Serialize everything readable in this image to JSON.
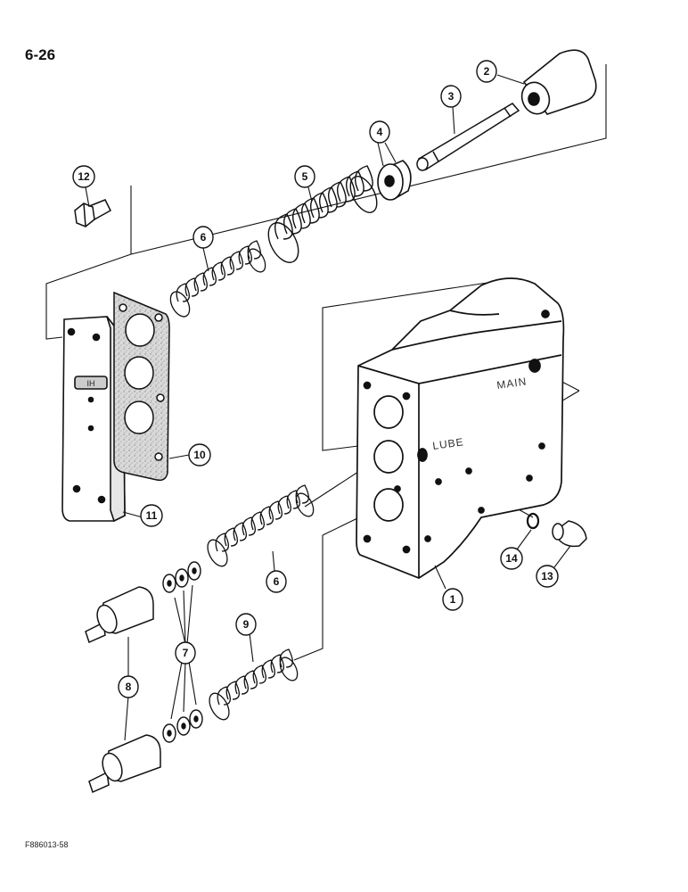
{
  "page_number": "6-26",
  "figure_code": "F886013-58",
  "casting_labels": {
    "main": "MAIN",
    "lube": "LUBE"
  },
  "callouts": {
    "c1": "1",
    "c2": "2",
    "c3": "3",
    "c4": "4",
    "c5": "5",
    "c6a": "6",
    "c6b": "6",
    "c7": "7",
    "c8": "8",
    "c9": "9",
    "c10": "10",
    "c11": "11",
    "c12": "12",
    "c13": "13",
    "c14": "14"
  }
}
